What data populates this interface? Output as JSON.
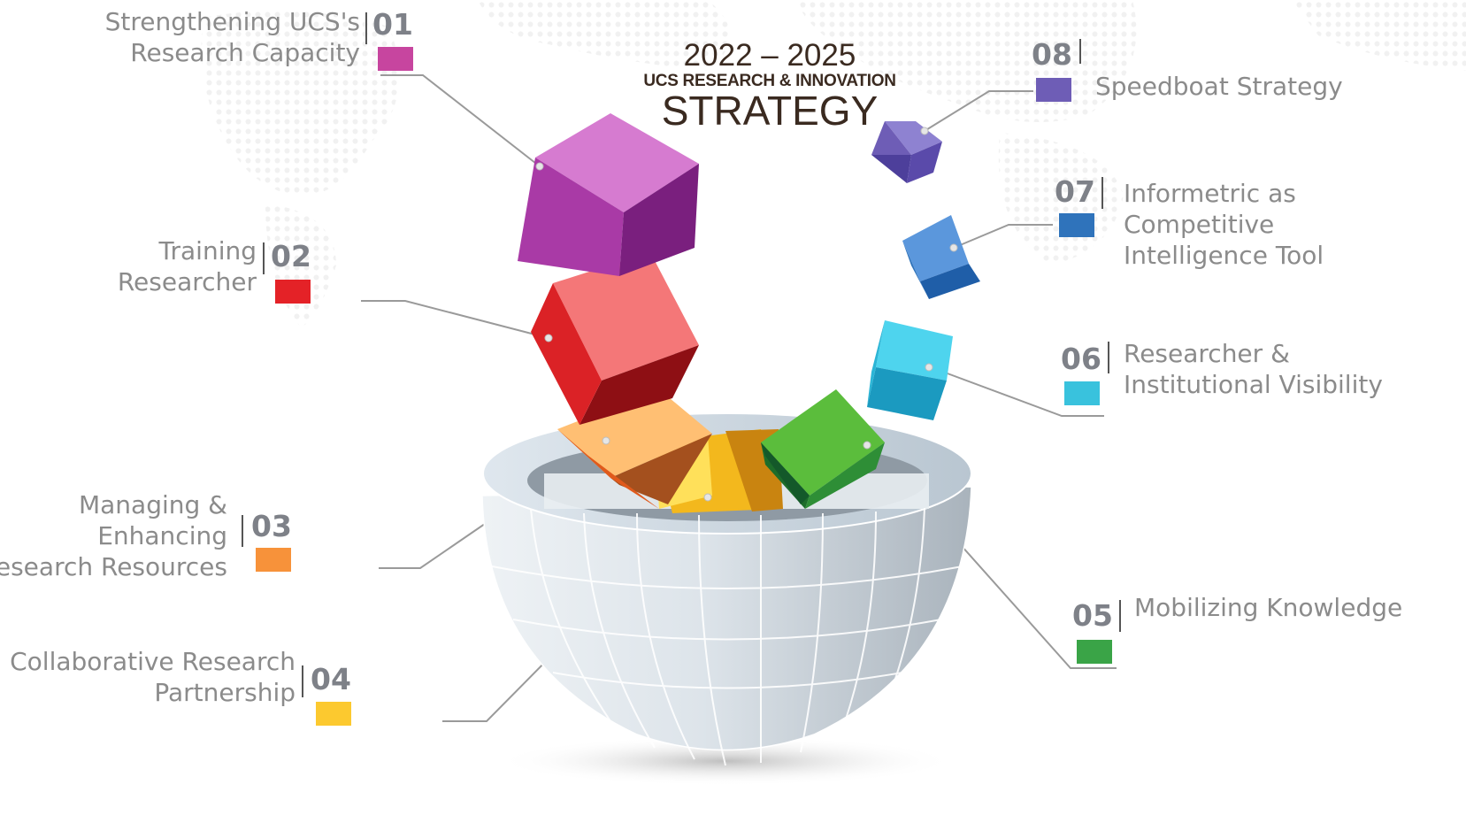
{
  "title": {
    "years": "2022 – 2025",
    "subtitle": "UCS RESEARCH & INNOVATION",
    "main": "STRATEGY"
  },
  "colors": {
    "s01": "#c7459f",
    "s02": "#e42227",
    "s03": "#f7923a",
    "s04": "#fcc92f",
    "s05": "#3aa447",
    "s06": "#39c2dd",
    "s07": "#2f73bb",
    "s08": "#6e5db6",
    "text": "#8b8b8b",
    "number": "#7e8188",
    "connector": "#9a9a9a"
  },
  "strategies": [
    {
      "number": "01",
      "lines": [
        "Strengthening UCS's",
        "Research Capacity"
      ]
    },
    {
      "number": "02",
      "lines": [
        "Training",
        "Researcher"
      ]
    },
    {
      "number": "03",
      "lines": [
        "Managing &",
        "Enhancing",
        "Research Resources"
      ]
    },
    {
      "number": "04",
      "lines": [
        "Collaborative Research",
        "Partnership"
      ]
    },
    {
      "number": "05",
      "lines": [
        "Mobilizing Knowledge"
      ]
    },
    {
      "number": "06",
      "lines": [
        "Researcher &",
        "Institutional Visibility"
      ]
    },
    {
      "number": "07",
      "lines": [
        "Informetric as",
        "Competitive",
        "Intelligence Tool"
      ]
    },
    {
      "number": "08",
      "lines": [
        "Speedboat Strategy"
      ]
    }
  ]
}
